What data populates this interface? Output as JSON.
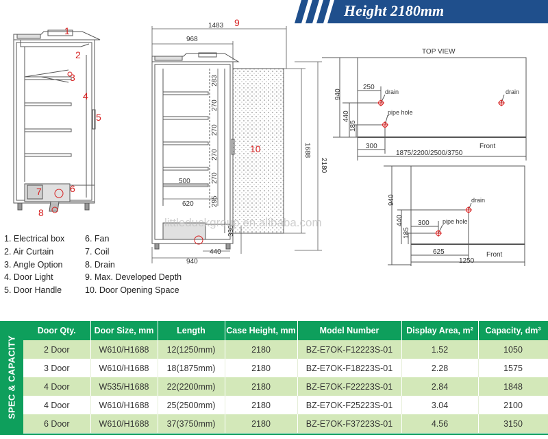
{
  "banner": {
    "title": "Height 2180mm",
    "color": "#1f4f8c"
  },
  "colors": {
    "accent": "#0e9f5c",
    "row_alt": "#d3e8b9",
    "callout": "#d62020"
  },
  "side_view": {
    "callouts": [
      "1",
      "2",
      "3",
      "4",
      "5",
      "6",
      "7",
      "8"
    ]
  },
  "front_view": {
    "dims": {
      "total_depth": "1483",
      "max_depth_callout": "9",
      "case_depth": "968",
      "height": "2180",
      "door_height": "1688",
      "shelf_gaps": [
        "283",
        "270",
        "270",
        "270",
        "270",
        "295"
      ],
      "base_height": "330",
      "shelf_depth": "500",
      "bottom_depth": "620",
      "toe": "440",
      "base_depth": "940"
    },
    "door_callout": "10",
    "watermark": "littleduckgroup.en.alibaba.com"
  },
  "top_view_1": {
    "label": "TOP VIEW",
    "dims": {
      "depth": "940",
      "drain_y": "440",
      "pipe_y": "185",
      "drain_x": "250",
      "pipe_x": "300",
      "length": "1875/2200/2500/3750"
    },
    "labels": {
      "drain_left": "drain",
      "drain_right": "drain",
      "pipe": "pipe hole",
      "front": "Front"
    }
  },
  "top_view_2": {
    "dims": {
      "depth": "940",
      "drain_y": "440",
      "pipe_y": "185",
      "pipe_x": "300",
      "drain_x": "625",
      "length": "1250"
    },
    "labels": {
      "drain": "drain",
      "pipe": "pipe hole",
      "front": "Front"
    }
  },
  "legend": {
    "col1": [
      "1. Electrical box",
      "2. Air Curtain",
      "3. Angle Option",
      "4. Door Light",
      "5. Door Handle"
    ],
    "col2": [
      "6. Fan",
      "7. Coil",
      "8. Drain",
      "9. Max. Developed Depth",
      "10. Door Opening Space"
    ]
  },
  "spec": {
    "side_label": "SPEC & CAPACITY",
    "headers": [
      "Door Qty.",
      "Door Size, mm",
      "Length",
      "Case Height, mm",
      "Model Number",
      "Display Area, m²",
      "Capacity, dm³"
    ],
    "rows": [
      [
        "2 Door",
        "W610/H1688",
        "12(1250mm)",
        "2180",
        "BZ-E7OK-F12223S-01",
        "1.52",
        "1050"
      ],
      [
        "3 Door",
        "W610/H1688",
        "18(1875mm)",
        "2180",
        "BZ-E7OK-F18223S-01",
        "2.28",
        "1575"
      ],
      [
        "4 Door",
        "W535/H1688",
        "22(2200mm)",
        "2180",
        "BZ-E7OK-F22223S-01",
        "2.84",
        "1848"
      ],
      [
        "4 Door",
        "W610/H1688",
        "25(2500mm)",
        "2180",
        "BZ-E7OK-F25223S-01",
        "3.04",
        "2100"
      ],
      [
        "6 Door",
        "W610/H1688",
        "37(3750mm)",
        "2180",
        "BZ-E7OK-F37223S-01",
        "4.56",
        "3150"
      ]
    ]
  }
}
